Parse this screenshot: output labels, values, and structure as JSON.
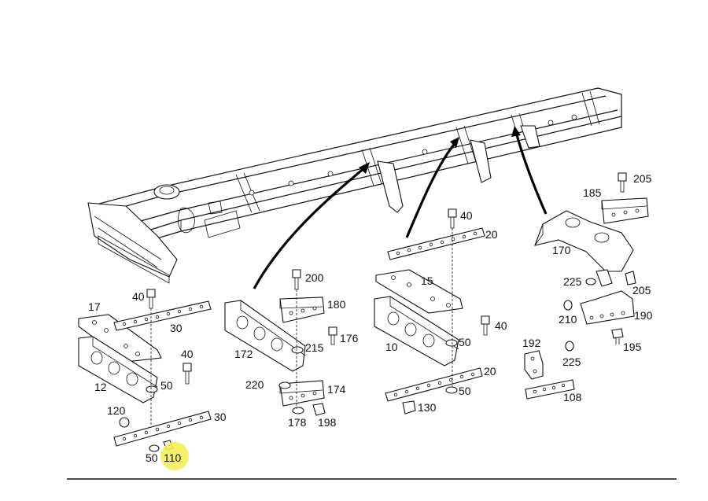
{
  "highlight_color": "#f4ee56",
  "callouts": {
    "c17": "17",
    "c40a": "40",
    "c30a": "30",
    "c12": "12",
    "c40b": "40",
    "c50a": "50",
    "c120": "120",
    "c30b": "30",
    "c50b": "50",
    "c110": "110",
    "c200": "200",
    "c180": "180",
    "c172": "172",
    "c215": "215",
    "c176": "176",
    "c220": "220",
    "c174": "174",
    "c178": "178",
    "c198": "198",
    "c40c": "40",
    "c20a": "20",
    "c15": "15",
    "c10": "10",
    "c40d": "40",
    "c50c": "50",
    "c20b": "20",
    "c50d": "50",
    "c130": "130",
    "c205a": "205",
    "c185": "185",
    "c170": "170",
    "c225a": "225",
    "c205b": "205",
    "c210": "210",
    "c190": "190",
    "c195": "195",
    "c225b": "225",
    "c192": "192",
    "c108": "108"
  }
}
